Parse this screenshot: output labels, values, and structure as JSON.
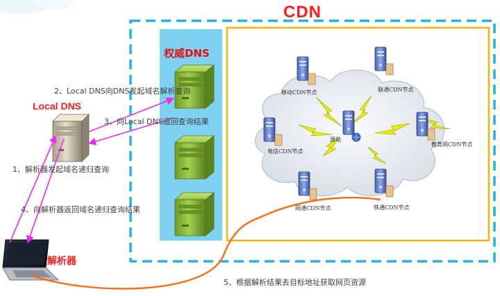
{
  "titles": {
    "cdn": "CDN",
    "authoritative_dns": "权威DNS",
    "local_dns": "Local DNS",
    "resolver": "解析器"
  },
  "steps": {
    "step1": "1、解析器发起域名递归查询",
    "step2": "2、Local DNS向DNS发起域名解析查询",
    "step3": "3、向Local DNS返回查询结果",
    "step4": "4、向解析器返回域名递归查询结果",
    "step5": "5、根据解析结果去目标地址获取网页资源"
  },
  "cdn_nodes": {
    "mobile": "移动CDN节点",
    "unicom": "联通CDN节点",
    "origin": "源站",
    "telecom": "电信CDN节点",
    "edu": "教育网CDN节点",
    "cnc": "网通CDN节点",
    "railcom": "铁通CDN节点"
  },
  "colors": {
    "cdn_title": "#ff1e1e",
    "cdn_border": "#22b4dc",
    "auth_panel": "#7fd1f2",
    "cdn_inner_border": "#f4b400",
    "arrow_pink": "#ee2aee",
    "path_orange": "#ff6b10",
    "link_yellow": "#e8f000",
    "server_green": "#8cb93a"
  },
  "icons": {
    "server": "server-icon",
    "green_server": "green-server-icon",
    "laptop": "laptop-icon",
    "cloud": "cloud-icon",
    "link": "lightning-link-icon"
  }
}
